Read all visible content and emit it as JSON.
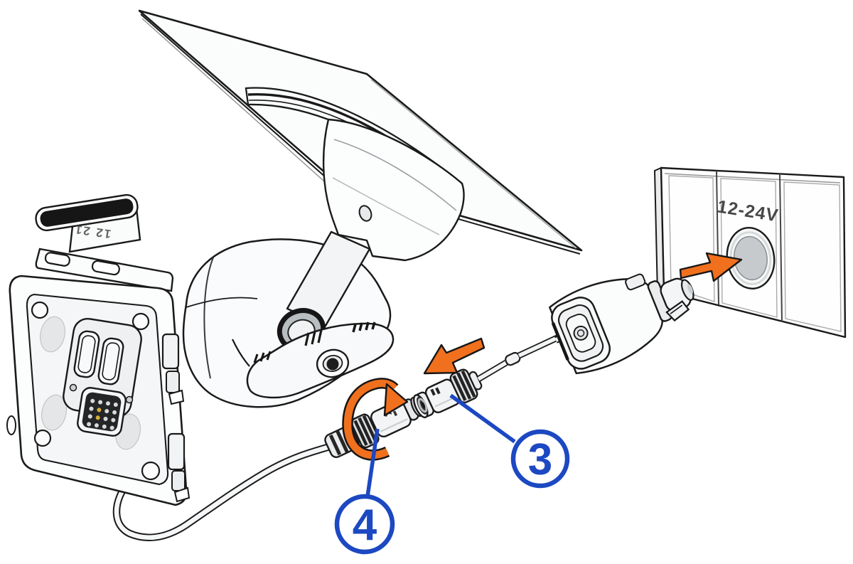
{
  "figure": {
    "description": "Installation diagram: connecting the mount power cable to the vehicle power adapter and 12-24V outlet",
    "callouts": [
      {
        "label": "3"
      },
      {
        "label": "4"
      }
    ],
    "outlet": {
      "voltage_label": "12-24V"
    },
    "mount": {
      "tab_marking": "12 21"
    },
    "icons": {
      "rotate_arrow": "↻",
      "insert_arrow": "←",
      "plug_arrow": "→"
    },
    "colors": {
      "arrow_orange": "#F0701E",
      "callout_blue": "#1C48C2",
      "line_black": "#1A1A1A",
      "socket_gray": "#C7CACC"
    }
  }
}
